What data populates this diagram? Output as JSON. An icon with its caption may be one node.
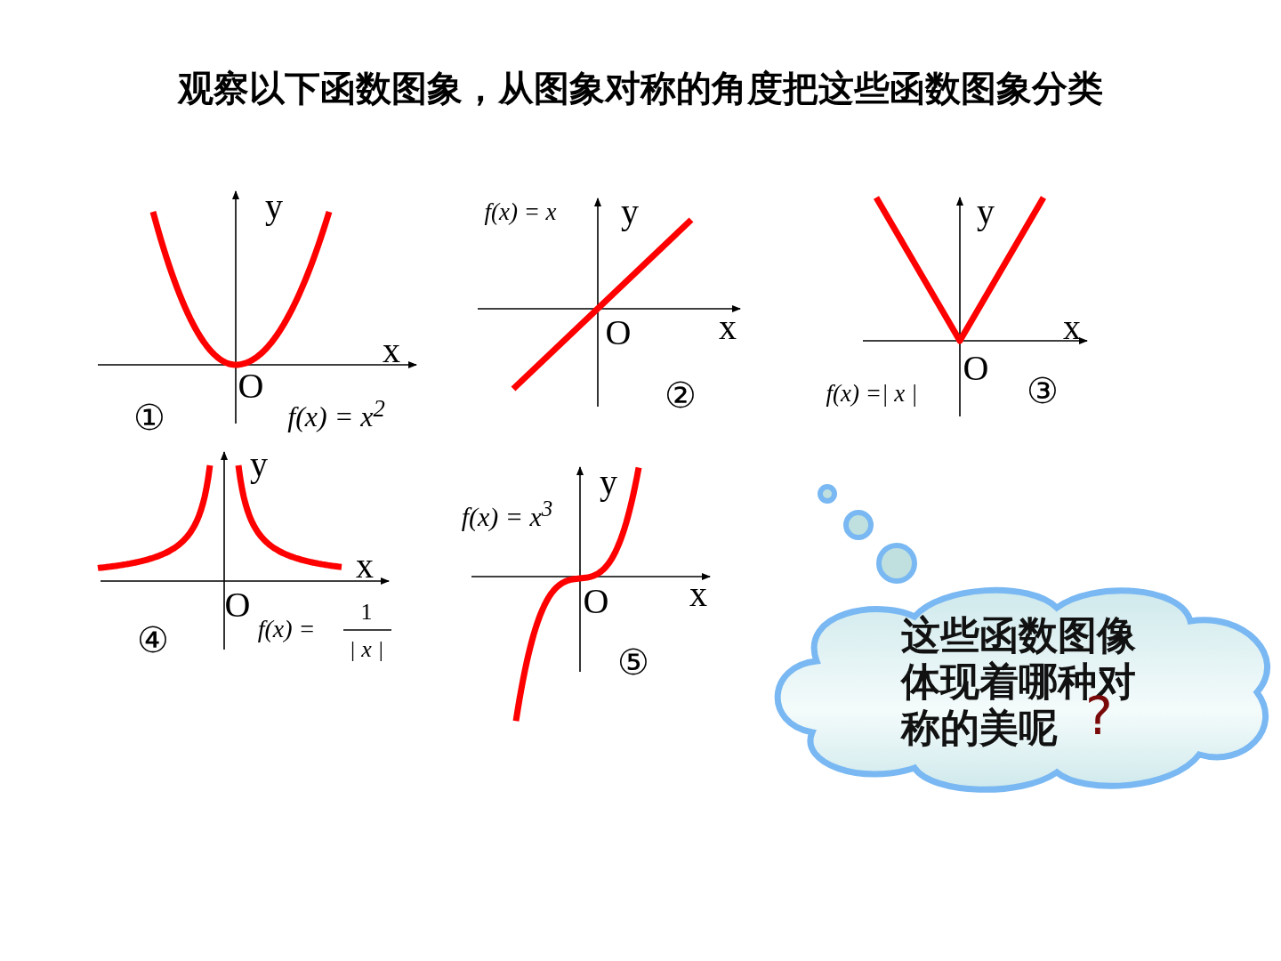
{
  "diagram": {
    "title": "观察以下函数图象，从图象对称的角度把这些函数图象分类",
    "nodes": [
      {
        "text": [
          "这些函数图像体现着哪种对称的美呢",
          "?"
        ]
      }
    ],
    "labels": [
      "y",
      "x",
      "O",
      "①",
      "f(x) = x$^{2}$",
      "f(x) = x",
      "y",
      "O",
      "x",
      "②",
      "y",
      "x",
      "O",
      "f(x) =| x |",
      "③",
      "y",
      "x",
      "O",
      "④",
      "f(x) =",
      "1",
      "| x |",
      "y",
      "f(x) = x$^{3}$",
      "x",
      "O",
      "⑤"
    ]
  }
}
